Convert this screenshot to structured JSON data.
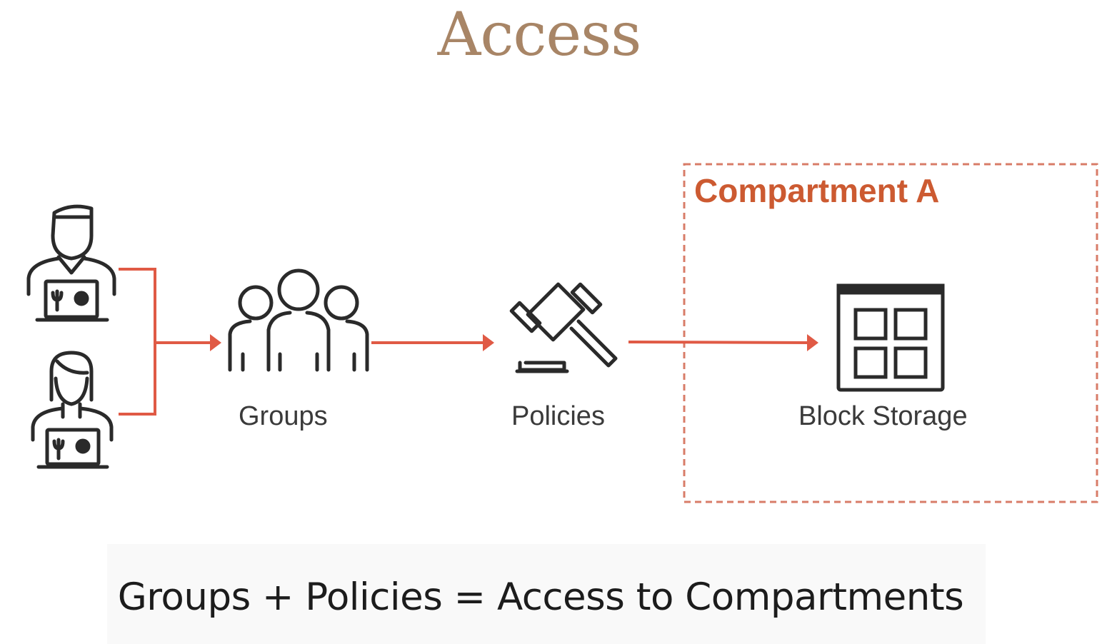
{
  "title": "Access",
  "nodes": {
    "groups": "Groups",
    "policies": "Policies",
    "block_storage": "Block Storage"
  },
  "compartment": {
    "title": "Compartment A"
  },
  "caption": "Groups + Policies = Access to Compartments",
  "colors": {
    "accent": "#cc5a31",
    "arrow": "#e05a45",
    "title": "#a88566",
    "icon": "#2a2a2a"
  },
  "icons": [
    "user-male-icon",
    "user-female-icon",
    "group-icon",
    "gavel-icon",
    "block-storage-icon"
  ]
}
